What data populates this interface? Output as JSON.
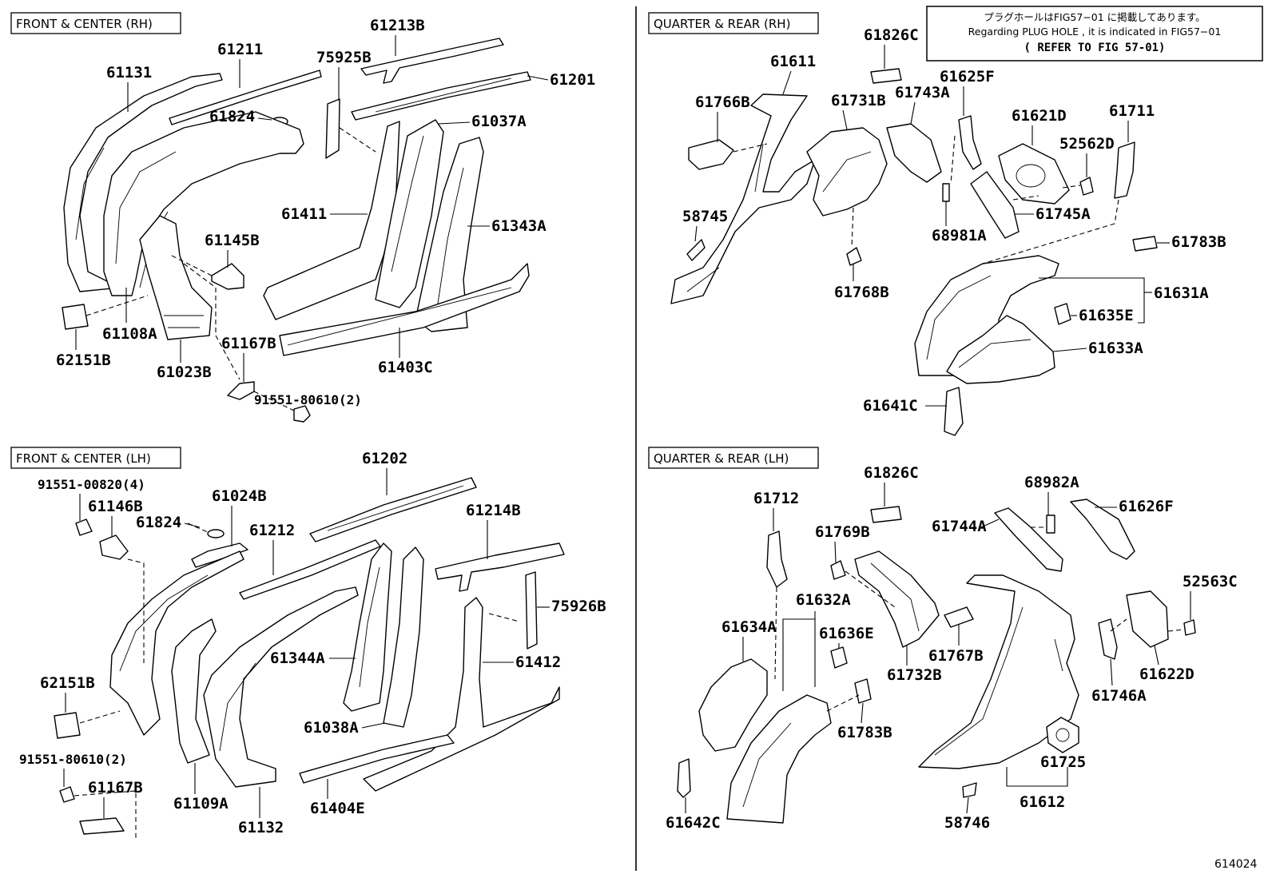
{
  "sections": {
    "front_rh": "FRONT & CENTER (RH)",
    "quarter_rh": "QUARTER & REAR (RH)",
    "front_lh": "FRONT & CENTER (LH)",
    "quarter_lh": "QUARTER & REAR (LH)"
  },
  "note": {
    "line1": "プラグホールはFIG57−01 に掲載してあります。",
    "line2": "Regarding PLUG HOLE , it is indicated in FIG57−01",
    "line3": "( REFER TO FIG 57-01)"
  },
  "figure_code": "614024",
  "parts": {
    "front_rh": [
      "61131",
      "61211",
      "61213B",
      "75925B",
      "61201",
      "61824",
      "61037A",
      "61411",
      "61343A",
      "61145B",
      "61108A",
      "62151B",
      "61023B",
      "61167B",
      "91551-80610(2)",
      "61403C"
    ],
    "quarter_rh": [
      "61826C",
      "61611",
      "61766B",
      "61731B",
      "61743A",
      "61625F",
      "61621D",
      "61711",
      "52562D",
      "58745",
      "61745A",
      "68981A",
      "61768B",
      "61783B",
      "61631A",
      "61635E",
      "61633A",
      "61641C"
    ],
    "front_lh": [
      "61202",
      "91551-00820(4)",
      "61146B",
      "61024B",
      "61824",
      "61212",
      "61214B",
      "75926B",
      "61344A",
      "61412",
      "62151B",
      "61038A",
      "91551-80610(2)",
      "61167B",
      "61109A",
      "61132",
      "61404E"
    ],
    "quarter_lh": [
      "61826C",
      "61712",
      "68982A",
      "61769B",
      "61744A",
      "61626F",
      "61632A",
      "61634A",
      "61636E",
      "61767B",
      "61732B",
      "52563C",
      "61746A",
      "61622D",
      "61783B",
      "61725",
      "61642C",
      "58746",
      "61612"
    ]
  }
}
